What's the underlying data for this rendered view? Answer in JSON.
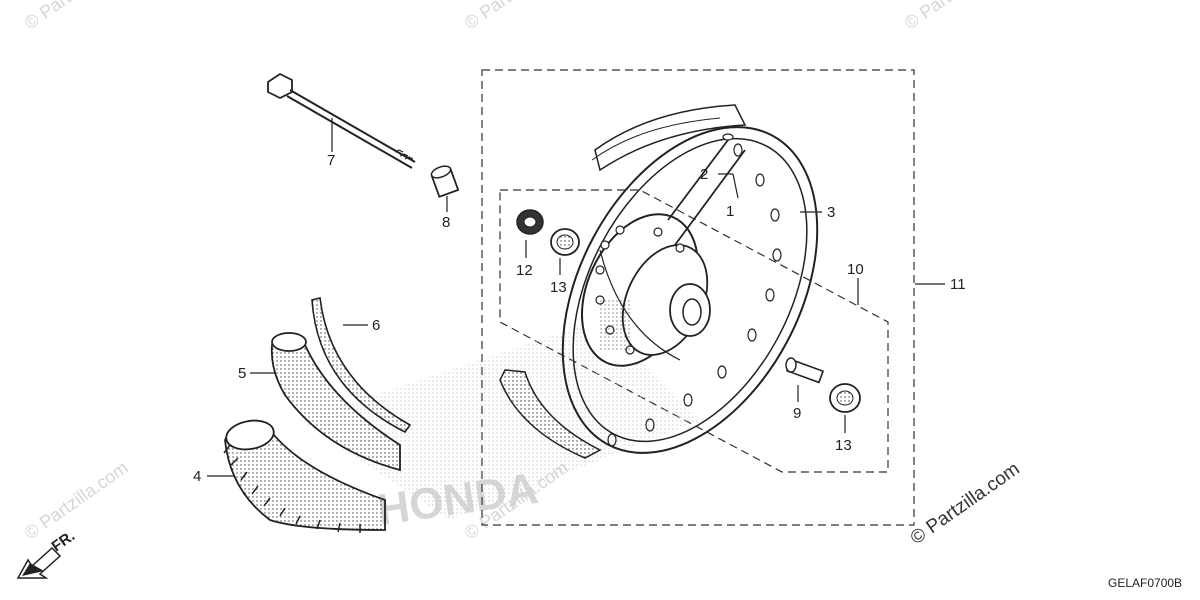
{
  "diagram": {
    "code": "GELAF0700B",
    "direction_label": "FR.",
    "brand_watermark": "HONDA",
    "watermark_main": "© Partzilla.com",
    "watermark_faint": "© Partzilla.com",
    "callouts": [
      "1",
      "2",
      "3",
      "4",
      "5",
      "6",
      "7",
      "8",
      "9",
      "10",
      "11",
      "12",
      "13",
      "13"
    ]
  },
  "parts": [
    {
      "ref": "1",
      "icon": "spoke-icon"
    },
    {
      "ref": "2",
      "icon": "spoke-icon"
    },
    {
      "ref": "3",
      "icon": "rim-icon"
    },
    {
      "ref": "4",
      "icon": "tire-icon"
    },
    {
      "ref": "5",
      "icon": "tube-icon"
    },
    {
      "ref": "6",
      "icon": "rim-band-icon"
    },
    {
      "ref": "7",
      "icon": "axle-bolt-icon"
    },
    {
      "ref": "8",
      "icon": "collar-icon"
    },
    {
      "ref": "9",
      "icon": "distance-collar-icon"
    },
    {
      "ref": "10",
      "icon": "hub-icon"
    },
    {
      "ref": "11",
      "icon": "wheel-assembly-icon"
    },
    {
      "ref": "12",
      "icon": "dust-seal-icon"
    },
    {
      "ref": "13",
      "icon": "bearing-icon"
    }
  ]
}
